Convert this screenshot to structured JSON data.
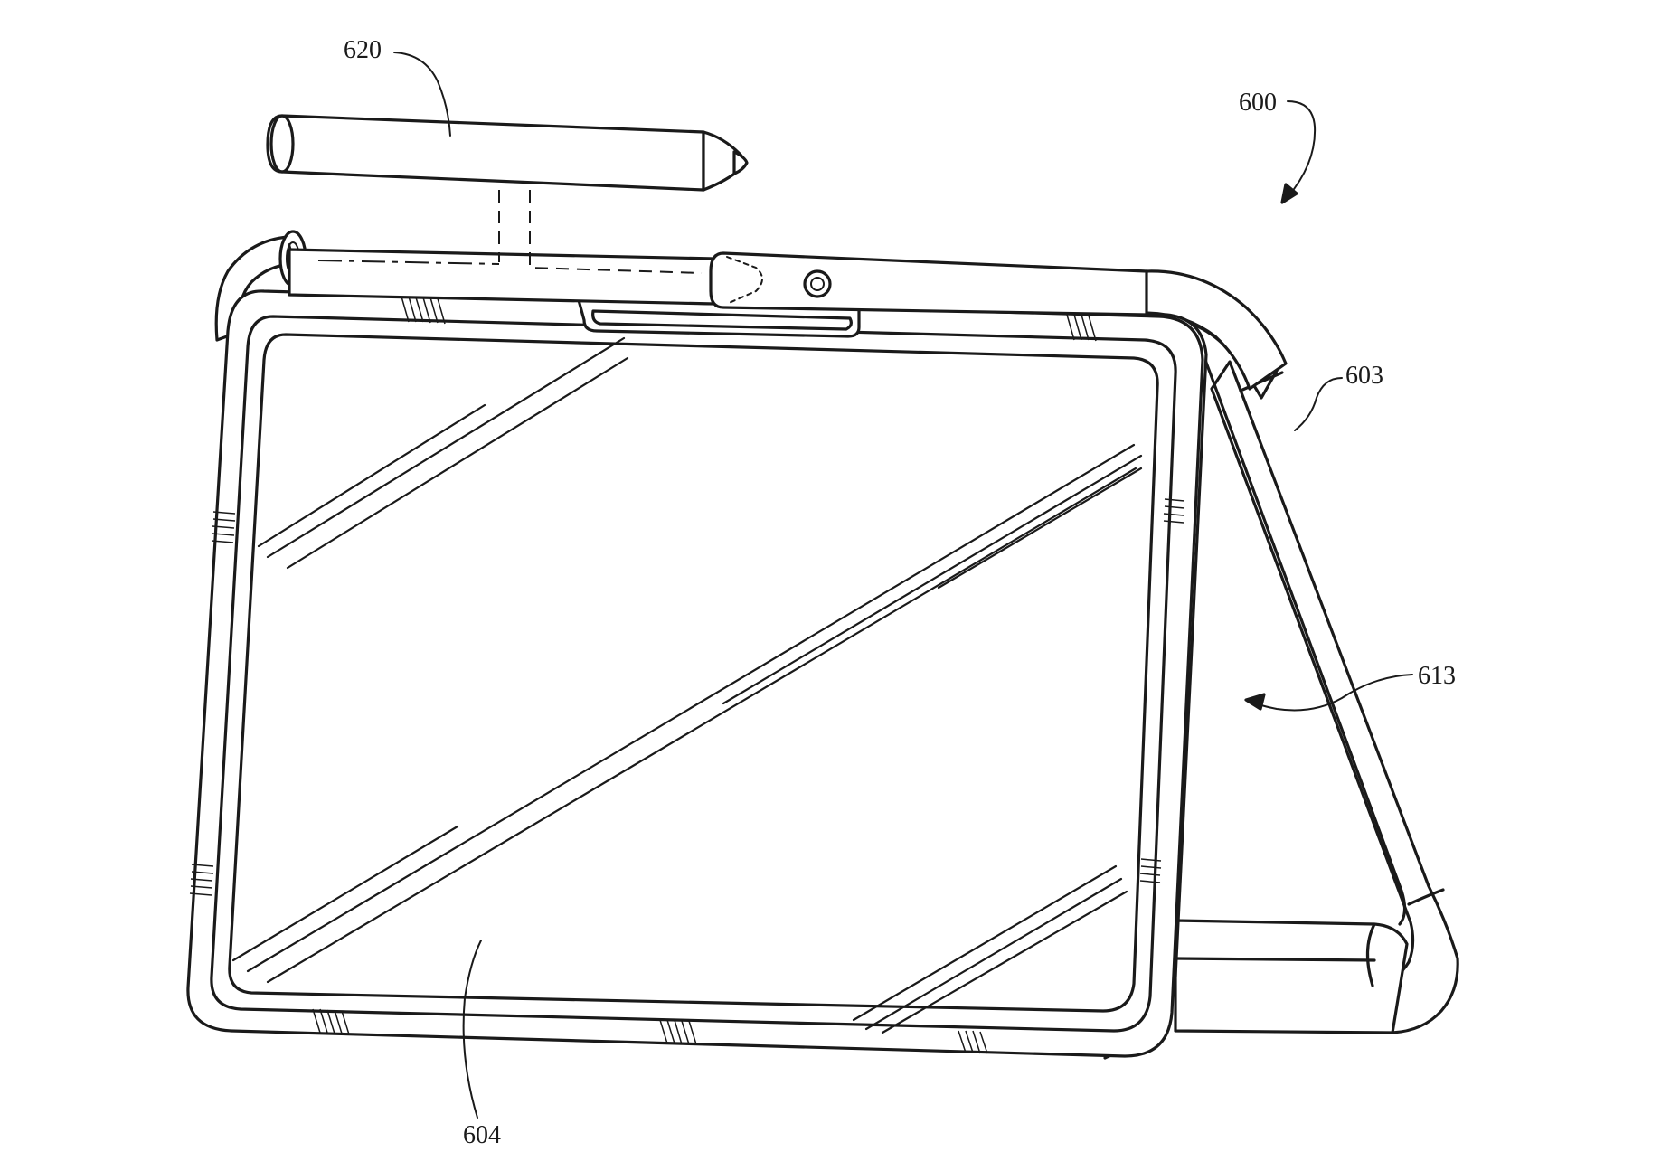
{
  "figure": {
    "labels": {
      "device_assembly": "600",
      "stand_frame": "603",
      "display_device": "604",
      "rotation_direction": "613",
      "stylus": "620"
    }
  },
  "colors": {
    "line": "#1a1a1a",
    "background": "#ffffff"
  }
}
